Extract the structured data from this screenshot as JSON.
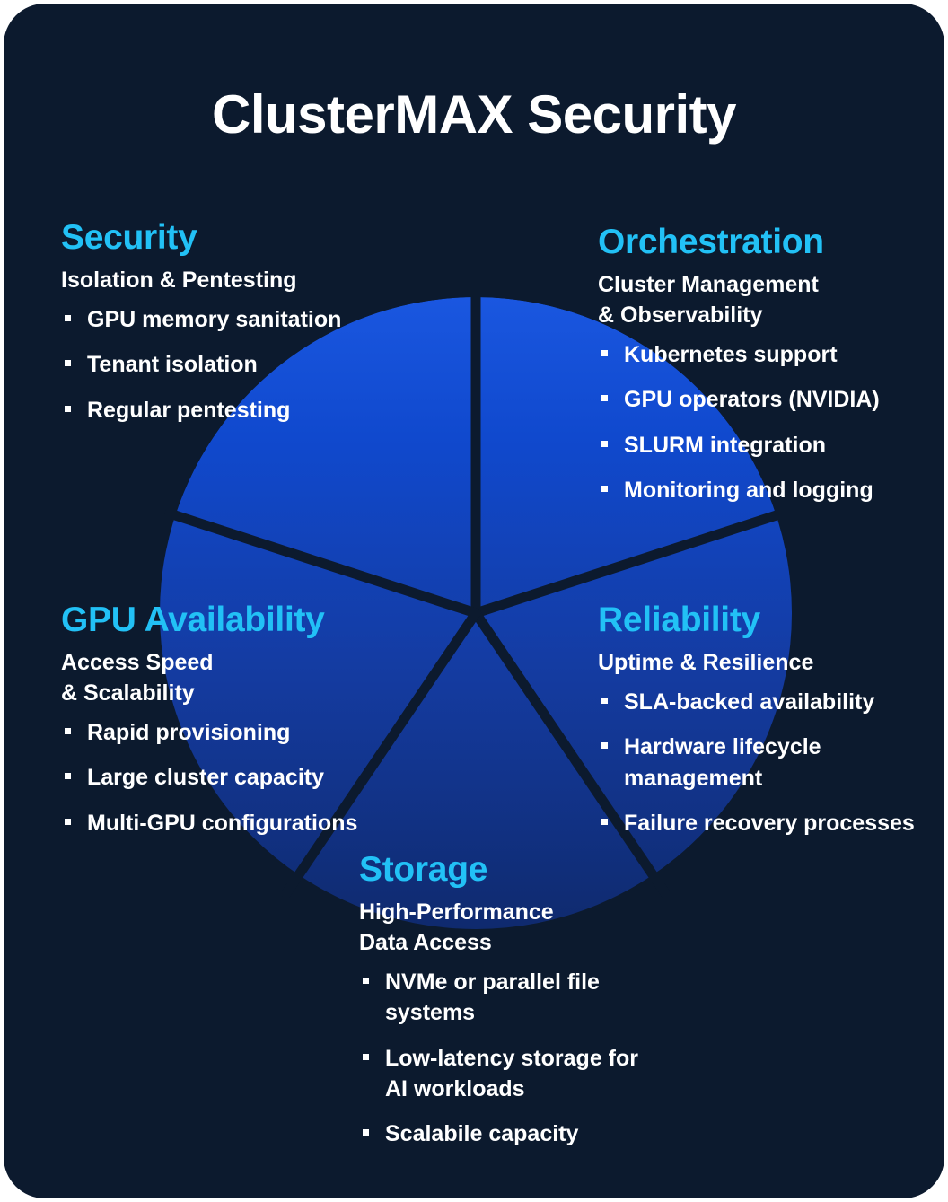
{
  "title": "ClusterMAX Security",
  "colors": {
    "background": "#0c1a2e",
    "heading_accent": "#22c1f6",
    "body_text": "#ffffff",
    "pie_top": "#1049ce",
    "pie_bottom": "#0f2a6e",
    "gap": "#0c1a2e"
  },
  "chart_data": {
    "type": "pie",
    "title": "ClusterMAX Security",
    "categories": [
      "Security",
      "Orchestration",
      "Reliability",
      "Storage",
      "GPU Availability"
    ],
    "values": [
      20,
      20,
      20,
      20,
      20
    ],
    "unit": "percent",
    "legend_position": "around-chart",
    "grid": false,
    "notes": "Five equal wedges (72 degrees each), first wedge starts at 12 o'clock going clockwise; wedges separated by background-colored gaps"
  },
  "sections": {
    "security": {
      "heading": "Security",
      "subtitle": "Isolation & Pentesting",
      "bullets": [
        "GPU memory sanitation",
        "Tenant isolation",
        "Regular pentesting"
      ]
    },
    "orchestration": {
      "heading": "Orchestration",
      "subtitle": "Cluster Management\n& Observability",
      "bullets": [
        "Kubernetes support",
        "GPU operators (NVIDIA)",
        "SLURM integration",
        "Monitoring and logging"
      ]
    },
    "gpu_availability": {
      "heading": "GPU Availability",
      "subtitle": "Access Speed\n& Scalability",
      "bullets": [
        "Rapid provisioning",
        "Large cluster capacity",
        "Multi-GPU configurations"
      ]
    },
    "reliability": {
      "heading": "Reliability",
      "subtitle": "Uptime & Resilience",
      "bullets": [
        "SLA-backed availability",
        "Hardware lifecycle management",
        "Failure recovery processes"
      ]
    },
    "storage": {
      "heading": "Storage",
      "subtitle": "High-Performance\nData Access",
      "bullets": [
        "NVMe or parallel file systems",
        "Low-latency storage for AI workloads",
        "Scalabile capacity"
      ]
    }
  }
}
